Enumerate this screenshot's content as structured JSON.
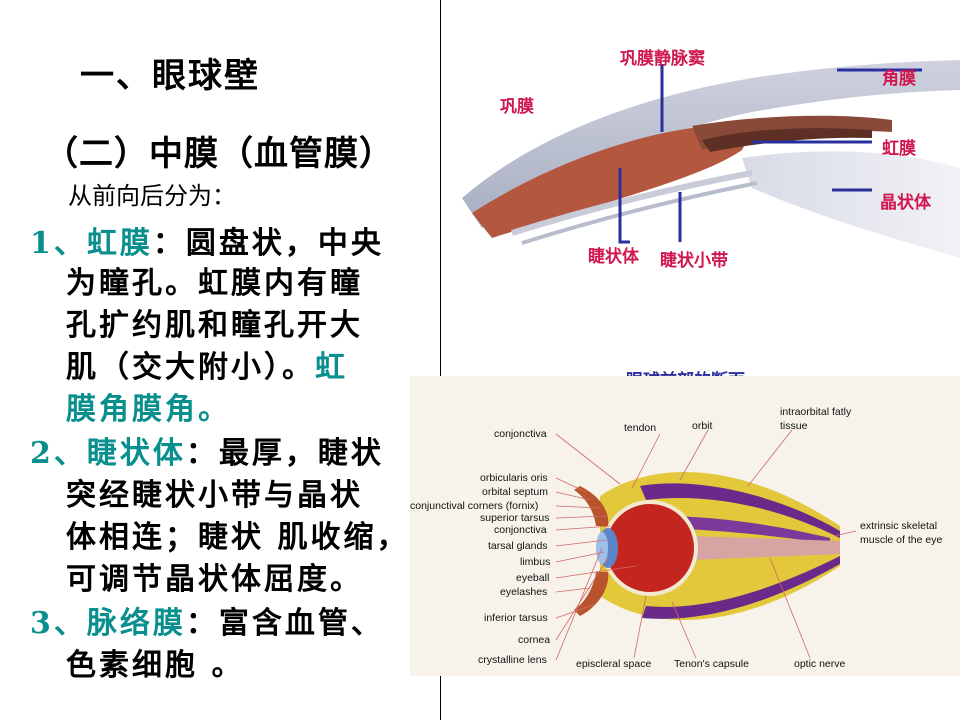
{
  "left": {
    "title": "一、眼球壁",
    "subtitle": "（二）中膜（血管膜）",
    "intro": "从前向后分为：",
    "items": [
      {
        "num_label": "1、虹膜",
        "line1_rest": "：圆盘状，中央",
        "line2": "为瞳孔。虹膜内有瞳",
        "line3": "孔扩约肌和瞳孔开大",
        "line4_a": "肌（交大附小）。",
        "line4_b": "虹",
        "line5": "膜角膜角。"
      },
      {
        "num_label": "2、睫状体",
        "line1_rest": "：最厚，睫状",
        "line2": "突经睫状小带与晶状",
        "line3": "体相连；睫状 肌收缩，",
        "line4": "可调节晶状体屈度。"
      },
      {
        "num_label": "3、脉络膜",
        "line1_rest": "：富含血管、",
        "line2": "色素细胞 。"
      }
    ]
  },
  "figure1": {
    "labels": {
      "sinus": "巩膜静脉窦",
      "sclera": "巩膜",
      "cornea": "角膜",
      "iris": "虹膜",
      "lens": "晶状体",
      "ciliary_body": "睫状体",
      "zonule": "睫状小带"
    },
    "caption": "眼球前部的断面",
    "colors": {
      "label": "#d0174f",
      "line": "#2a2f9e"
    }
  },
  "figure2": {
    "labels_left": [
      "conjonctiva",
      "orbicularis oris",
      "orbital septum",
      "conjunctival corners (fornix)",
      "superior tarsus",
      "conjonctiva",
      "tarsal glands",
      "limbus",
      "eyeball",
      "eyelashes",
      "inferior tarsus",
      "cornea",
      "crystalline lens"
    ],
    "labels_top": [
      "tendon",
      "orbit",
      "intraorbital fatly",
      "tissue"
    ],
    "labels_right": [
      "extrinsic skeletal",
      "muscle of the eye"
    ],
    "labels_bottom": [
      "episcleral space",
      "Tenon's capsule",
      "optic nerve"
    ]
  }
}
